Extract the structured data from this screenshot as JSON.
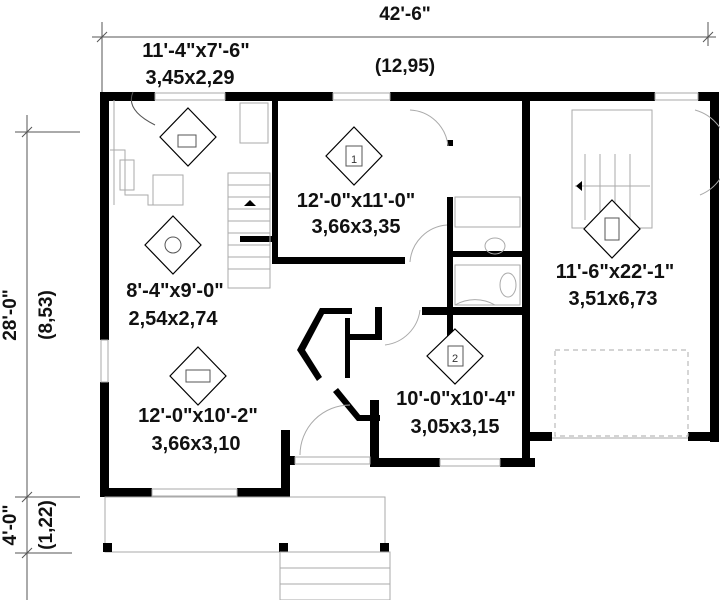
{
  "overall": {
    "width_imperial": "42'-6\"",
    "width_metric": "(12,95)",
    "depth_imperial": "28'-0\"",
    "depth_metric": "(8,53)",
    "porch_imperial": "4'-0\"",
    "porch_metric": "(1,22)"
  },
  "rooms": [
    {
      "name": "kitchen",
      "icon": "cooking-pot-icon",
      "imperial": "11'-4\"x7'-6\"",
      "metric": "3,45x2,29"
    },
    {
      "name": "bedroom-1",
      "icon": "bed-1-icon",
      "imperial": "12'-0\"x11'-0\"",
      "metric": "3,66x3,35"
    },
    {
      "name": "garage",
      "icon": "car-icon",
      "imperial": "11'-6\"x22'-1\"",
      "metric": "3,51x6,73"
    },
    {
      "name": "dining",
      "icon": "plate-icon",
      "imperial": "8'-4\"x9'-0\"",
      "metric": "2,54x2,74"
    },
    {
      "name": "living",
      "icon": "sofa-icon",
      "imperial": "12'-0\"x10'-2\"",
      "metric": "3,66x3,10"
    },
    {
      "name": "bedroom-2",
      "icon": "bed-2-icon",
      "imperial": "10'-0\"x10'-4\"",
      "metric": "3,05x3,15"
    }
  ],
  "icon_numbers": {
    "bedroom1": "1",
    "bedroom2": "2"
  }
}
